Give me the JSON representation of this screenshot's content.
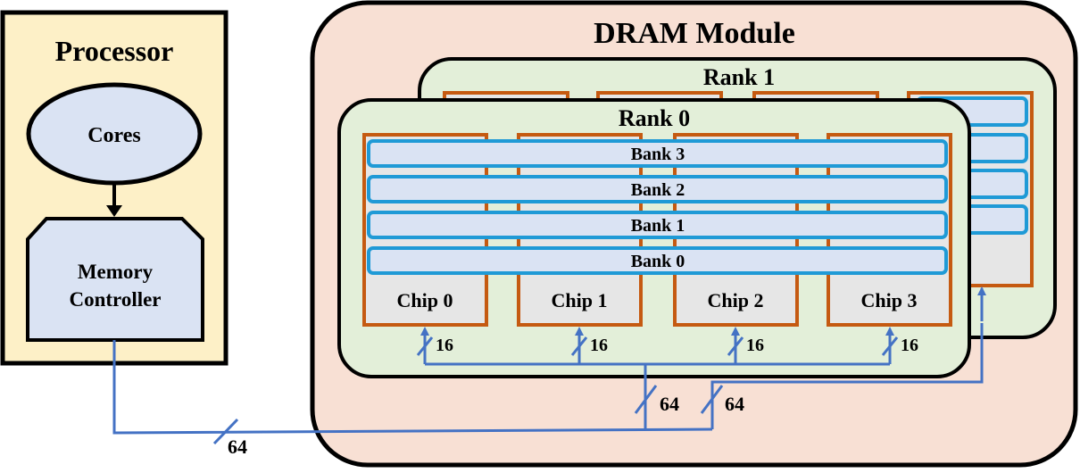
{
  "processor": {
    "title": "Processor",
    "cores_label": "Cores",
    "memory_controller_line1": "Memory",
    "memory_controller_line2": "Controller"
  },
  "dram_module": {
    "title": "DRAM Module",
    "rank1": {
      "title": "Rank 1"
    },
    "rank0": {
      "title": "Rank 0",
      "banks": [
        "Bank 3",
        "Bank 2",
        "Bank 1",
        "Bank 0"
      ],
      "chips": [
        "Chip 0",
        "Chip 1",
        "Chip 2",
        "Chip 3"
      ]
    }
  },
  "bus": {
    "chip_width_label": "16",
    "rank_bus_label_rank0": "64",
    "rank_bus_label_rank1": "64",
    "processor_bus_label": "64"
  },
  "colors": {
    "processor_fill": "#fdf0c7",
    "module_fill": "#f8e0d4",
    "rank_fill": "#e3efd9",
    "chip_border": "#c55a11",
    "chip_fill": "#e6e6e6",
    "bank_border": "#1f9ad6",
    "bank_fill": "#dae3f3",
    "bus": "#4472c4",
    "cores_fill": "#dae3f3"
  }
}
